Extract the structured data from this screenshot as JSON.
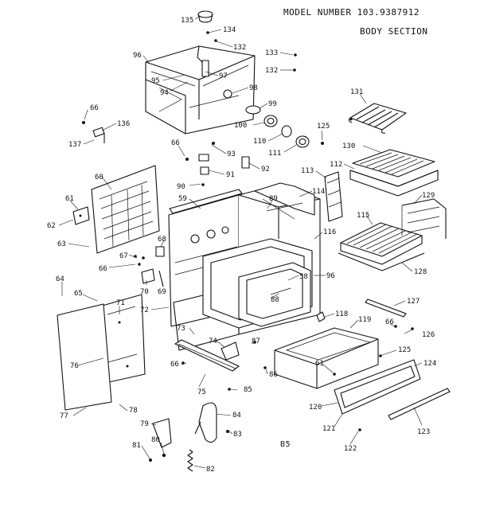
{
  "header": {
    "model_number": "MODEL NUMBER 103.9387912",
    "section_title": "BODY SECTION"
  },
  "page_code": "B5",
  "callouts": [
    {
      "id": "c135",
      "label": "135"
    },
    {
      "id": "c134",
      "label": "134"
    },
    {
      "id": "c132a",
      "label": "132"
    },
    {
      "id": "c133",
      "label": "133"
    },
    {
      "id": "c132b",
      "label": "132"
    },
    {
      "id": "c96a",
      "label": "96"
    },
    {
      "id": "c97",
      "label": "97"
    },
    {
      "id": "c95",
      "label": "95"
    },
    {
      "id": "c94",
      "label": "94"
    },
    {
      "id": "c98",
      "label": "98"
    },
    {
      "id": "c99",
      "label": "99"
    },
    {
      "id": "c100",
      "label": "100"
    },
    {
      "id": "c110",
      "label": "110"
    },
    {
      "id": "c111",
      "label": "111"
    },
    {
      "id": "c125a",
      "label": "125"
    },
    {
      "id": "c131",
      "label": "131"
    },
    {
      "id": "c66a",
      "label": "66"
    },
    {
      "id": "c136",
      "label": "136"
    },
    {
      "id": "c137",
      "label": "137"
    },
    {
      "id": "c66b",
      "label": "66"
    },
    {
      "id": "c93",
      "label": "93"
    },
    {
      "id": "c91",
      "label": "91"
    },
    {
      "id": "c92",
      "label": "92"
    },
    {
      "id": "c90",
      "label": "90"
    },
    {
      "id": "c130",
      "label": "130"
    },
    {
      "id": "c112",
      "label": "112"
    },
    {
      "id": "c113",
      "label": "113"
    },
    {
      "id": "c114",
      "label": "114"
    },
    {
      "id": "c60",
      "label": "60"
    },
    {
      "id": "c59",
      "label": "59"
    },
    {
      "id": "c89",
      "label": "89"
    },
    {
      "id": "c129",
      "label": "129"
    },
    {
      "id": "c61a",
      "label": "61"
    },
    {
      "id": "c62",
      "label": "62"
    },
    {
      "id": "c115",
      "label": "115"
    },
    {
      "id": "c116",
      "label": "116"
    },
    {
      "id": "c63",
      "label": "63"
    },
    {
      "id": "c68",
      "label": "68"
    },
    {
      "id": "c67",
      "label": "67"
    },
    {
      "id": "c66c",
      "label": "66"
    },
    {
      "id": "c58",
      "label": "58"
    },
    {
      "id": "c96b",
      "label": "96"
    },
    {
      "id": "c128",
      "label": "128"
    },
    {
      "id": "c64",
      "label": "64"
    },
    {
      "id": "c70",
      "label": "70"
    },
    {
      "id": "c69",
      "label": "69"
    },
    {
      "id": "c88",
      "label": "88"
    },
    {
      "id": "c65",
      "label": "65"
    },
    {
      "id": "c71",
      "label": "71"
    },
    {
      "id": "c72",
      "label": "72"
    },
    {
      "id": "c127",
      "label": "127"
    },
    {
      "id": "c118",
      "label": "118"
    },
    {
      "id": "c119",
      "label": "119"
    },
    {
      "id": "c66d",
      "label": "66"
    },
    {
      "id": "c126",
      "label": "126"
    },
    {
      "id": "c73",
      "label": "73"
    },
    {
      "id": "c74",
      "label": "74"
    },
    {
      "id": "c87",
      "label": "87"
    },
    {
      "id": "c125b",
      "label": "125"
    },
    {
      "id": "c76",
      "label": "76"
    },
    {
      "id": "c66e",
      "label": "66"
    },
    {
      "id": "c61b",
      "label": "61"
    },
    {
      "id": "c124",
      "label": "124"
    },
    {
      "id": "c86",
      "label": "86"
    },
    {
      "id": "c75",
      "label": "75"
    },
    {
      "id": "c85",
      "label": "85"
    },
    {
      "id": "c120",
      "label": "120"
    },
    {
      "id": "c77",
      "label": "77"
    },
    {
      "id": "c78",
      "label": "78"
    },
    {
      "id": "c84",
      "label": "84"
    },
    {
      "id": "c123",
      "label": "123"
    },
    {
      "id": "c79",
      "label": "79"
    },
    {
      "id": "c121",
      "label": "121"
    },
    {
      "id": "c83",
      "label": "83"
    },
    {
      "id": "c80",
      "label": "80"
    },
    {
      "id": "c122",
      "label": "122"
    },
    {
      "id": "c81",
      "label": "81"
    },
    {
      "id": "c82",
      "label": "82"
    }
  ]
}
